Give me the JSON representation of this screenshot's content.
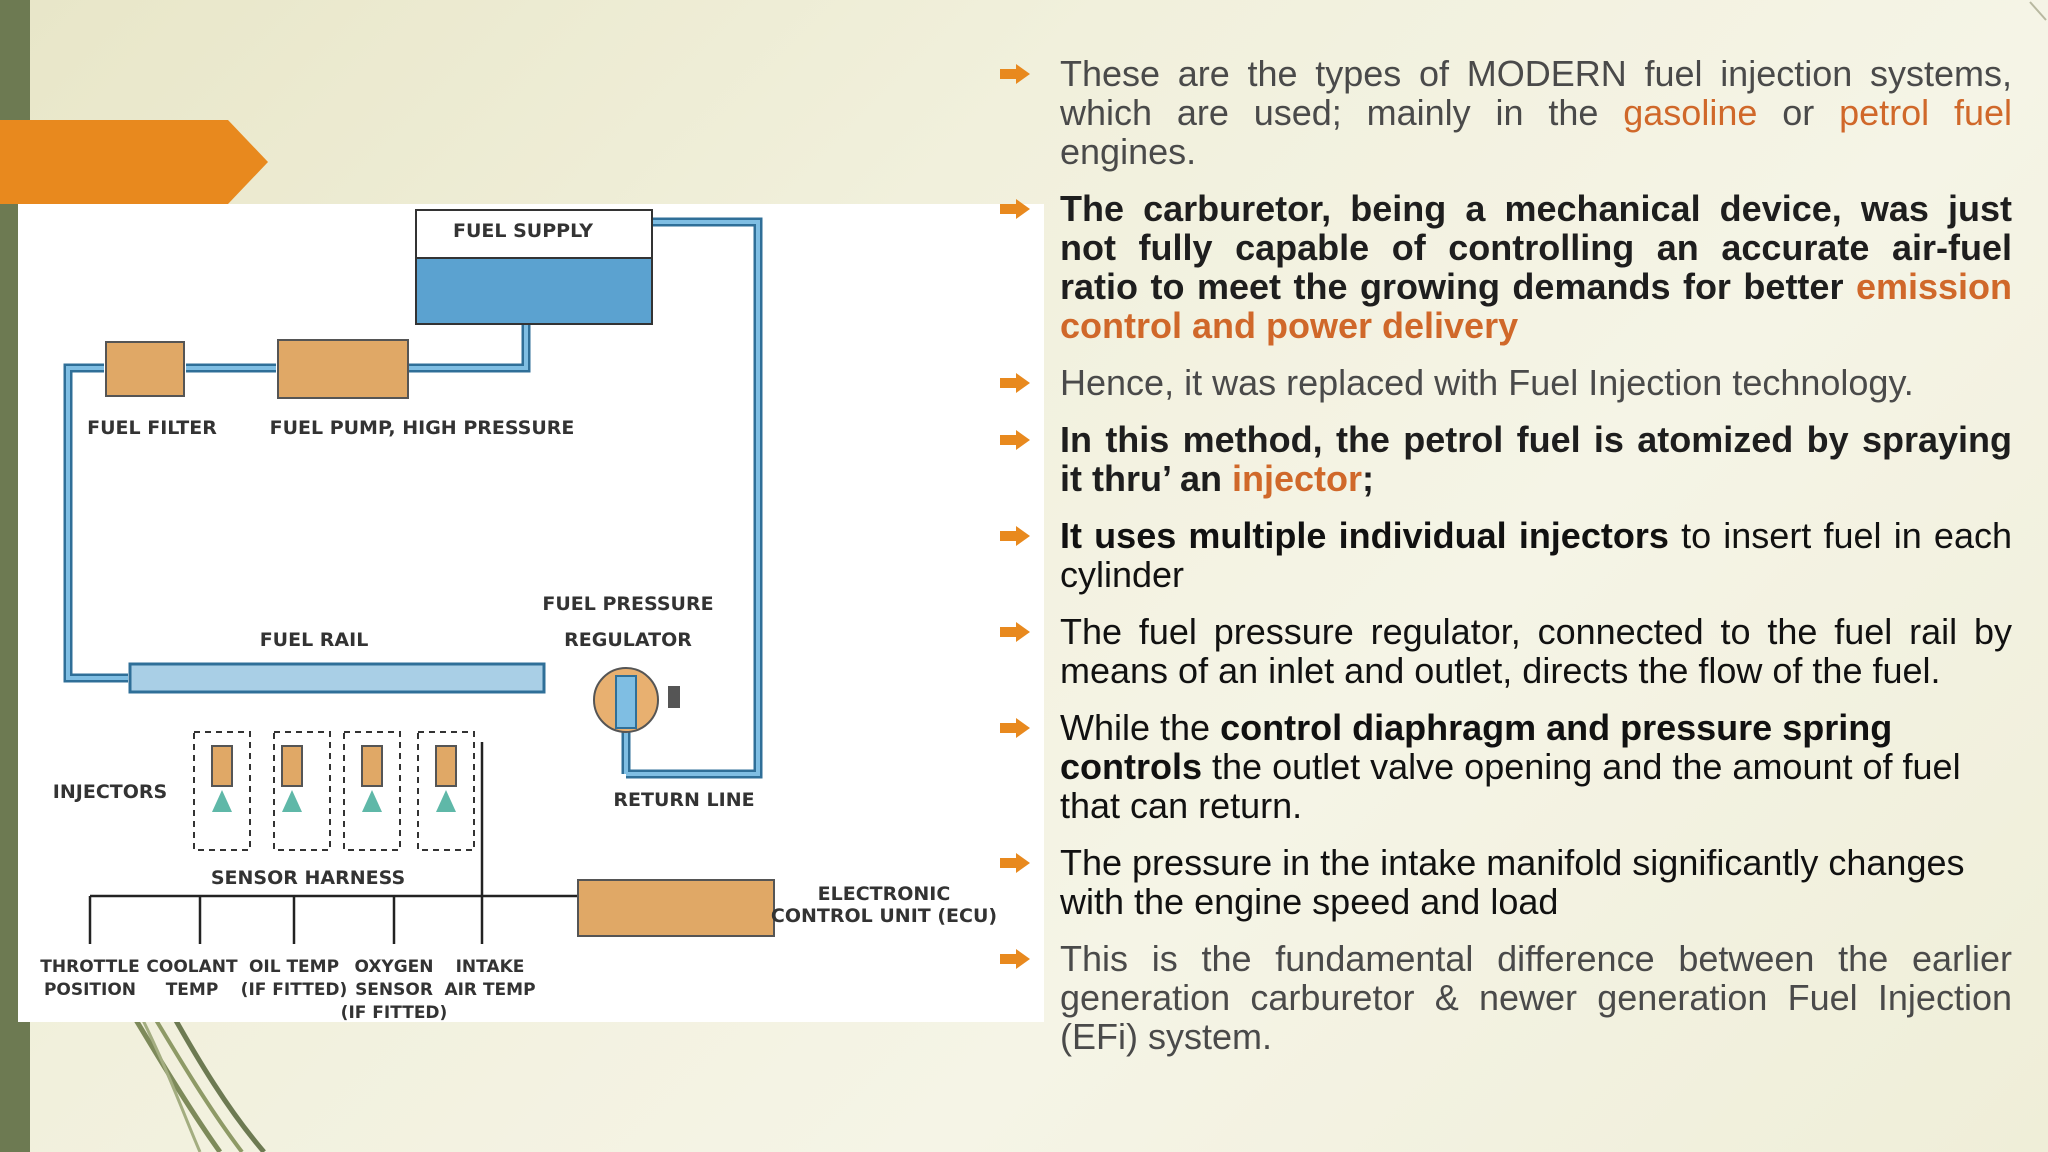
{
  "colors": {
    "accent": "#e8891e",
    "highlight": "#d0682a",
    "side_bar": "#6d7a52",
    "pipe": "#5b9ec9",
    "component": "#e0a866"
  },
  "bullet_icon": "arrow-bullet-icon",
  "diagram": {
    "fuel_supply": "FUEL SUPPLY",
    "fuel_filter": "FUEL FILTER",
    "fuel_pump": "FUEL PUMP, HIGH PRESSURE",
    "fuel_pressure": "FUEL PRESSURE",
    "regulator": "REGULATOR",
    "fuel_rail": "FUEL RAIL",
    "injectors": "INJECTORS",
    "return_line": "RETURN LINE",
    "sensor_harness": "SENSOR HARNESS",
    "ecu_line1": "ELECTRONIC",
    "ecu_line2": "CONTROL UNIT (ECU)",
    "sensors": [
      {
        "l1": "THROTTLE",
        "l2": "POSITION",
        "l3": ""
      },
      {
        "l1": "COOLANT",
        "l2": "TEMP",
        "l3": ""
      },
      {
        "l1": "OIL TEMP",
        "l2": "(IF FITTED)",
        "l3": ""
      },
      {
        "l1": "OXYGEN",
        "l2": "SENSOR",
        "l3": "(IF FITTED)"
      },
      {
        "l1": "INTAKE",
        "l2": "AIR TEMP",
        "l3": ""
      }
    ]
  },
  "bullets": {
    "b1": {
      "t1": "These are the types of MODERN fuel injection systems, which are used; mainly in the ",
      "h1": "gasoline",
      "t2": " or ",
      "h2": "petrol fuel",
      "t3": " engines."
    },
    "b2": {
      "t1": "The carburetor, being a mechanical device, was just not fully capable of controlling an accurate air-fuel ratio to meet the growing demands for better ",
      "h1": "emission control and power delivery"
    },
    "b3": {
      "t1": "Hence, it was replaced with Fuel Injection technology."
    },
    "b4": {
      "t1": "In this method, the petrol fuel is atomized by spraying it thru’ an ",
      "h1": "injector",
      "t2": ";"
    },
    "b5": {
      "b1": "It uses multiple individual injectors",
      "t1": " to insert fuel in each cylinder"
    },
    "b6": {
      "t1": "The fuel pressure regulator, connected to the fuel rail by means of an inlet and outlet, directs the flow of the fuel."
    },
    "b7": {
      "t1": "While the ",
      "b1": "control diaphragm and pressure spring controls",
      "t2": " the outlet valve opening and the amount of fuel that can return."
    },
    "b8": {
      "t1": " The pressure in the intake manifold significantly changes with the engine speed and load"
    },
    "b9": {
      "t1": "This is the fundamental difference between the earlier generation carburetor & newer generation Fuel Injection (EFi) system."
    }
  }
}
